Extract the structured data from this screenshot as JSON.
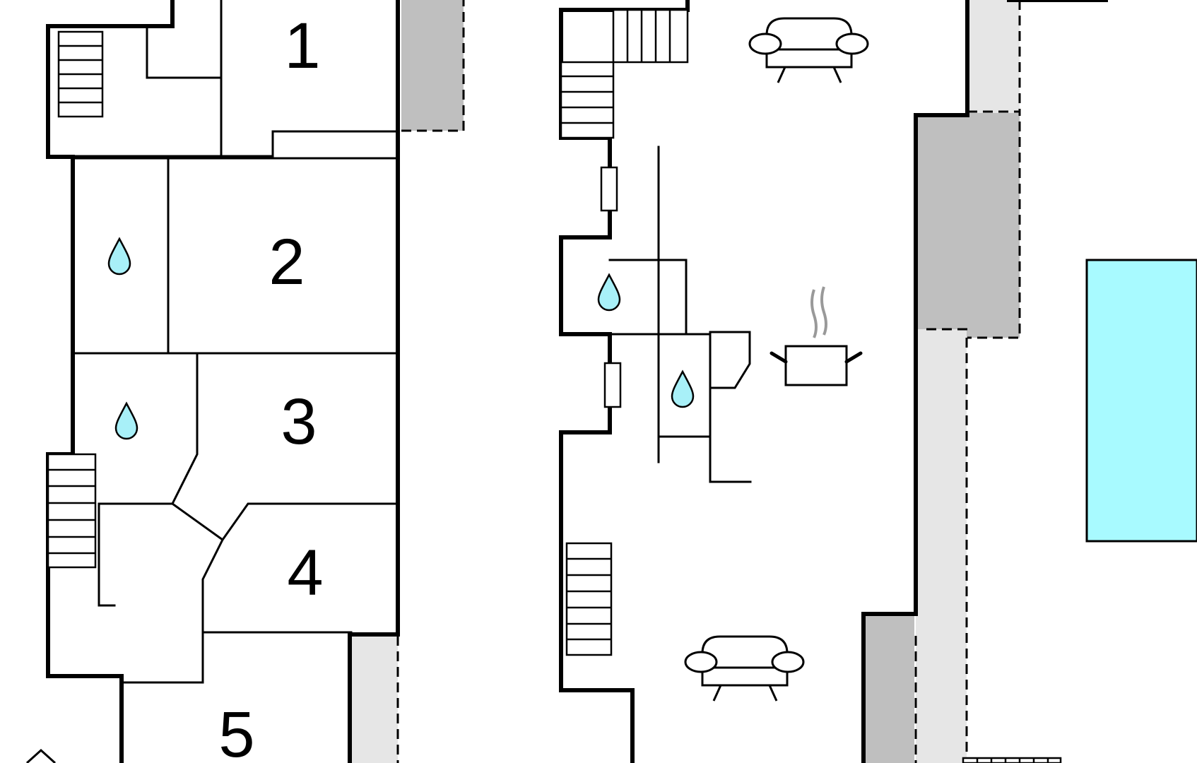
{
  "rooms": [
    {
      "id": "1",
      "label": "1"
    },
    {
      "id": "2",
      "label": "2"
    },
    {
      "id": "3",
      "label": "3"
    },
    {
      "id": "4",
      "label": "4"
    },
    {
      "id": "5",
      "label": "5"
    }
  ],
  "icons": {
    "bathroom": "water-drop-icon",
    "living": "sofa-icon",
    "kitchen": "cooking-pot-icon",
    "staircase": "staircase-icon",
    "pool": "swimming-pool"
  },
  "colors": {
    "wall": "#000000",
    "terrace_dark": "#bfbfbf",
    "terrace_light": "#e6e6e6",
    "pool": "#a8faff",
    "drop": "#a8f0f8",
    "steam": "#999999"
  }
}
